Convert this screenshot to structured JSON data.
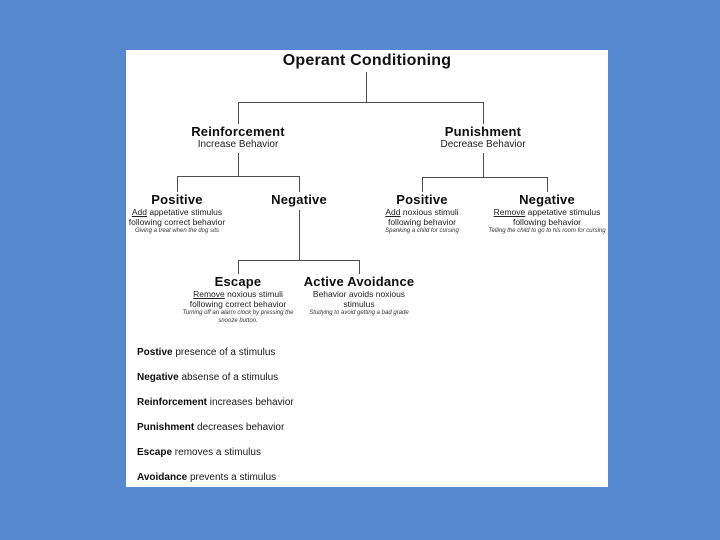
{
  "colors": {
    "background": "#5789d0",
    "panel": "#ffffff",
    "connector": "#4d4d4d",
    "text": "#111111"
  },
  "title": "Operant Conditioning",
  "tree": {
    "reinforcement": {
      "label": "Reinforcement",
      "sub": "Increase Behavior"
    },
    "punishment": {
      "label": "Punishment",
      "sub": "Decrease Behavior"
    },
    "reinf_positive": {
      "label": "Positive",
      "keyword": "Add",
      "desc": " appetative stimulus",
      "desc2": "following correct behavior",
      "example": "Giving a treat when the dog sits"
    },
    "reinf_negative": {
      "label": "Negative"
    },
    "escape": {
      "label": "Escape",
      "keyword": "Remove",
      "desc": " noxious stimuli",
      "desc2": "following correct behavior",
      "example": "Turning off an alarm clock by pressing the snooze button."
    },
    "active_avoidance": {
      "label": "Active Avoidance",
      "desc": "Behavior avoids noxious stimulus",
      "example": "Studying to avoid getting a bad grade"
    },
    "punish_positive": {
      "label": "Positive",
      "keyword": "Add",
      "desc": " noxious stimuli",
      "desc2": "following behavior",
      "example": "Spanking a child for cursing"
    },
    "punish_negative": {
      "label": "Negative",
      "keyword": "Remove",
      "desc": " appetative stimulus",
      "desc2": "following behavior",
      "example": "Telling the child to go to his room for cursing"
    }
  },
  "definitions": [
    {
      "term": "Postive",
      "text": " presence of a stimulus"
    },
    {
      "term": "Negative",
      "text": " absense of a stimulus"
    },
    {
      "term": "Reinforcement",
      "text": " increases behavior"
    },
    {
      "term": "Punishment",
      "text": " decreases behavior"
    },
    {
      "term": "Escape",
      "text": " removes a stimulus"
    },
    {
      "term": "Avoidance",
      "text": " prevents a stimulus"
    }
  ]
}
